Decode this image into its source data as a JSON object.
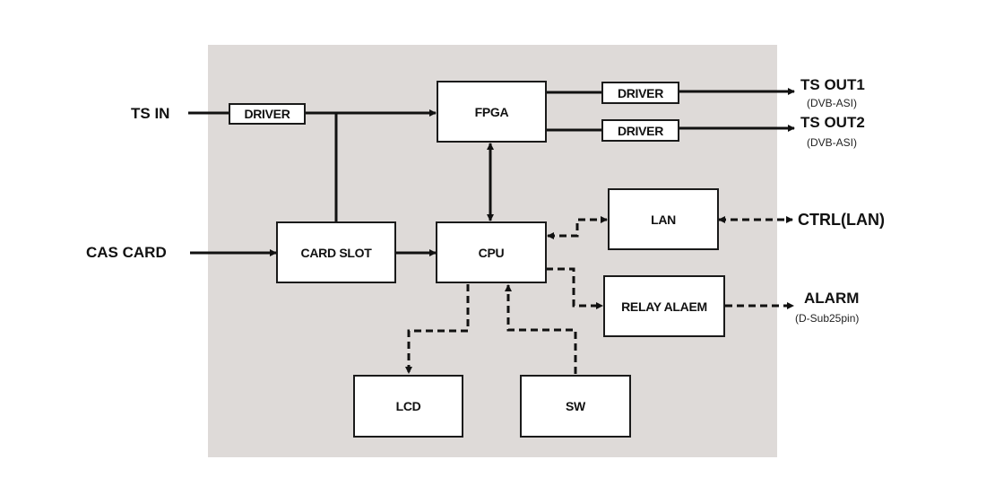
{
  "diagram": {
    "external": {
      "ts_in": "TS IN",
      "cas_card": "CAS CARD",
      "ts_out1": "TS OUT1",
      "ts_out1_sub": "(DVB-ASI)",
      "ts_out2": "TS OUT2",
      "ts_out2_sub": "(DVB-ASI)",
      "ctrl_lan": "CTRL(LAN)",
      "alarm": "ALARM",
      "alarm_sub": "(D-Sub25pin)"
    },
    "blocks": {
      "driver_in": "DRIVER",
      "fpga": "FPGA",
      "driver_out1": "DRIVER",
      "driver_out2": "DRIVER",
      "card_slot": "CARD SLOT",
      "cpu": "CPU",
      "lan": "LAN",
      "relay": "RELAY ALAEM",
      "lcd": "LCD",
      "sw": "SW"
    },
    "connections": [
      {
        "from": "TS IN",
        "to": "DRIVER",
        "style": "solid"
      },
      {
        "from": "DRIVER",
        "to": "FPGA",
        "style": "solid-arrow"
      },
      {
        "from": "DRIVER",
        "to": "CARD SLOT",
        "style": "solid"
      },
      {
        "from": "CAS CARD",
        "to": "CARD SLOT",
        "style": "solid-arrow"
      },
      {
        "from": "CARD SLOT",
        "to": "CPU",
        "style": "solid-arrow"
      },
      {
        "from": "FPGA",
        "to": "CPU",
        "style": "solid-bidirectional"
      },
      {
        "from": "FPGA",
        "to": "DRIVER (OUT1)",
        "style": "solid"
      },
      {
        "from": "FPGA",
        "to": "DRIVER (OUT2)",
        "style": "solid"
      },
      {
        "from": "DRIVER (OUT1)",
        "to": "TS OUT1",
        "style": "solid-arrow"
      },
      {
        "from": "DRIVER (OUT2)",
        "to": "TS OUT2",
        "style": "solid-arrow"
      },
      {
        "from": "CPU",
        "to": "LAN",
        "style": "dashed-bidirectional"
      },
      {
        "from": "LAN",
        "to": "CTRL(LAN)",
        "style": "dashed-bidirectional"
      },
      {
        "from": "CPU",
        "to": "RELAY ALAEM",
        "style": "dashed-arrow"
      },
      {
        "from": "RELAY ALAEM",
        "to": "ALARM",
        "style": "dashed-arrow"
      },
      {
        "from": "CPU",
        "to": "LCD",
        "style": "dashed-arrow"
      },
      {
        "from": "SW",
        "to": "CPU",
        "style": "dashed-arrow"
      }
    ]
  }
}
